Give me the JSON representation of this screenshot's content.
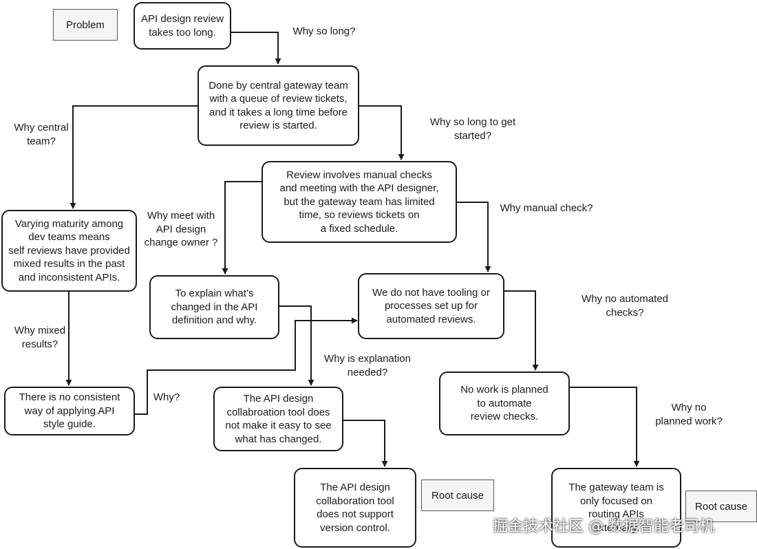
{
  "colors": {
    "stroke": "#1a1a1a",
    "tag_fill": "#f4f6f3",
    "background": "#ffffff"
  },
  "tags": {
    "problem": "Problem",
    "root_cause_1": "Root cause",
    "root_cause_2": "Root cause"
  },
  "nodes": {
    "n1": "API design review\ntakes too long.",
    "n2": "Done by central gateway team\nwith a queue of review tickets,\nand it takes a long time before\nreview is started.",
    "n3": "Review involves manual checks\nand meeting with the API designer,\nbut the gateway team has limited\ntime, so reviews tickets on\na fixed schedule.",
    "n4": "Varying maturity among\ndev teams means\nself reviews have provided\nmixed results in the past\nand inconsistent APIs.",
    "n5": "To explain what’s\nchanged in the API\ndefinition and why.",
    "n6": "We do not have tooling or\nprocesses set up for\nautomated reviews.",
    "n7": "There is no consistent\nway of applying API\nstyle guide.",
    "n8": "The API design\ncollabroation tool does\nnot make it easy to see\nwhat has changed.",
    "n9": "No work is planned\nto automate\nreview checks.",
    "n10": "The API design\ncollaboration tool\ndoes not support\nversion control.",
    "n11": "The gateway team is\nonly focused on\nrouting APIs\nexternally."
  },
  "questions": {
    "q_why_long": "Why so long?",
    "q_why_central": "Why central\nteam?",
    "q_why_started": "Why so long to get\nstarted?",
    "q_why_meet": "Why meet with\nAPI design\nchange owner ?",
    "q_why_manual": "Why manual check?",
    "q_why_automated": "Why no automated\nchecks?",
    "q_why_mixed": "Why mixed\nresults?",
    "q_why": "Why?",
    "q_why_explanation": "Why is explanation\nneeded?",
    "q_why_planned": "Why no\nplanned work?"
  },
  "watermark": "掘金技术社区 @ 数据智能老司机"
}
